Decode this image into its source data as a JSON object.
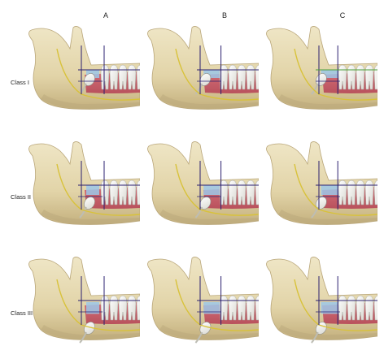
{
  "columns": [
    {
      "label": "A"
    },
    {
      "label": "B"
    },
    {
      "label": "C"
    }
  ],
  "rows": [
    {
      "label": "Class I"
    },
    {
      "label": "Class II"
    },
    {
      "label": "Class III"
    }
  ],
  "colors": {
    "bone": "#e6dbb6",
    "bone_shadow": "#b9a679",
    "gum": "#c96670",
    "tooth": "#f7f7f2",
    "nerve": "#d8c23a",
    "guide_line": "#2b2070",
    "occlusal_line_c": "#4a9d3a",
    "space_fill": "#9cc7e8"
  }
}
